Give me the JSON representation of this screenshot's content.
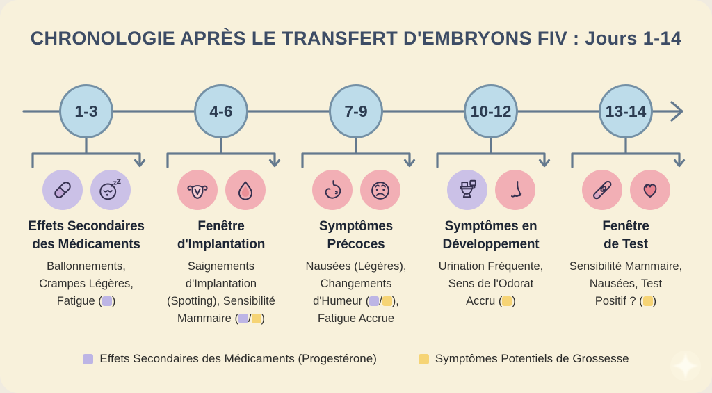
{
  "title": "CHRONOLOGIE APRÈS LE TRANSFERT D'EMBRYONS FIV : Jours 1-14",
  "timeline": {
    "node_labels": [
      "1-3",
      "4-6",
      "7-9",
      "10-12",
      "13-14"
    ]
  },
  "columns": [
    {
      "days": "1-3",
      "icons": [
        "pill-icon",
        "sleeping-face-icon"
      ],
      "heading_line1": "Effets Secondaires",
      "heading_line2": "des Médicaments",
      "body": {
        "l1": "Ballonnements,",
        "l2": "Crampes Légères,",
        "l3a": "Fatigue (",
        "l3b": ")"
      }
    },
    {
      "days": "4-6",
      "icons": [
        "uterus-icon",
        "blood-drop-icon"
      ],
      "heading_line1": "Fenêtre",
      "heading_line2": "d'Implantation",
      "body": {
        "l1": "Saignements",
        "l2": "d'Implantation",
        "l3": "(Spotting), Sensibilité",
        "l4a": "Mammaire (",
        "l4b": "/",
        "l4c": ")"
      }
    },
    {
      "days": "7-9",
      "icons": [
        "stomach-icon",
        "worried-face-icon"
      ],
      "heading_line1": "Symptômes",
      "heading_line2": "Précoces",
      "body": {
        "l1": "Nausées (Légères),",
        "l2": "Changements",
        "l3a": "d'Humeur (",
        "l3b": "/",
        "l3c": "),",
        "l4": "Fatigue Accrue"
      }
    },
    {
      "days": "10-12",
      "icons": [
        "toilet-icon",
        "nose-icon"
      ],
      "heading_line1": "Symptômes en",
      "heading_line2": "Développement",
      "body": {
        "l1": "Urination Fréquente,",
        "l2": "Sens de l'Odorat",
        "l3a": "Accru (",
        "l3b": ")"
      }
    },
    {
      "days": "13-14",
      "icons": [
        "pregnancy-test-icon",
        "heart-icon"
      ],
      "heading_line1": "Fenêtre",
      "heading_line2": "de Test",
      "body": {
        "l1": "Sensibilité Mammaire,",
        "l2": "Nausées, Test",
        "l3a": "Positif ? (",
        "l3b": ")"
      }
    }
  ],
  "legend": {
    "items": [
      {
        "swatch_color": "#bdb5e5",
        "label": "Effets Secondaires des Médicaments (Progestérone)"
      },
      {
        "swatch_color": "#f6d475",
        "label": "Symptômes Potentiels de Grossesse"
      }
    ]
  },
  "colors": {
    "background": "#f0ebe0",
    "panel": "#f8f1db",
    "title_text": "#3d4c65",
    "timeline_line": "#64798e",
    "node_fill": "#bddcea",
    "node_border": "#7490a5",
    "node_text": "#2c3c51",
    "icon_purple_bg": "#cbc1e7",
    "icon_pink_bg": "#f2afb5",
    "icon_line": "#35304f",
    "swatch_purple": "#bdb5e5",
    "swatch_yellow": "#f6d475",
    "heading_text": "#1d2533",
    "body_text": "#30302e"
  }
}
